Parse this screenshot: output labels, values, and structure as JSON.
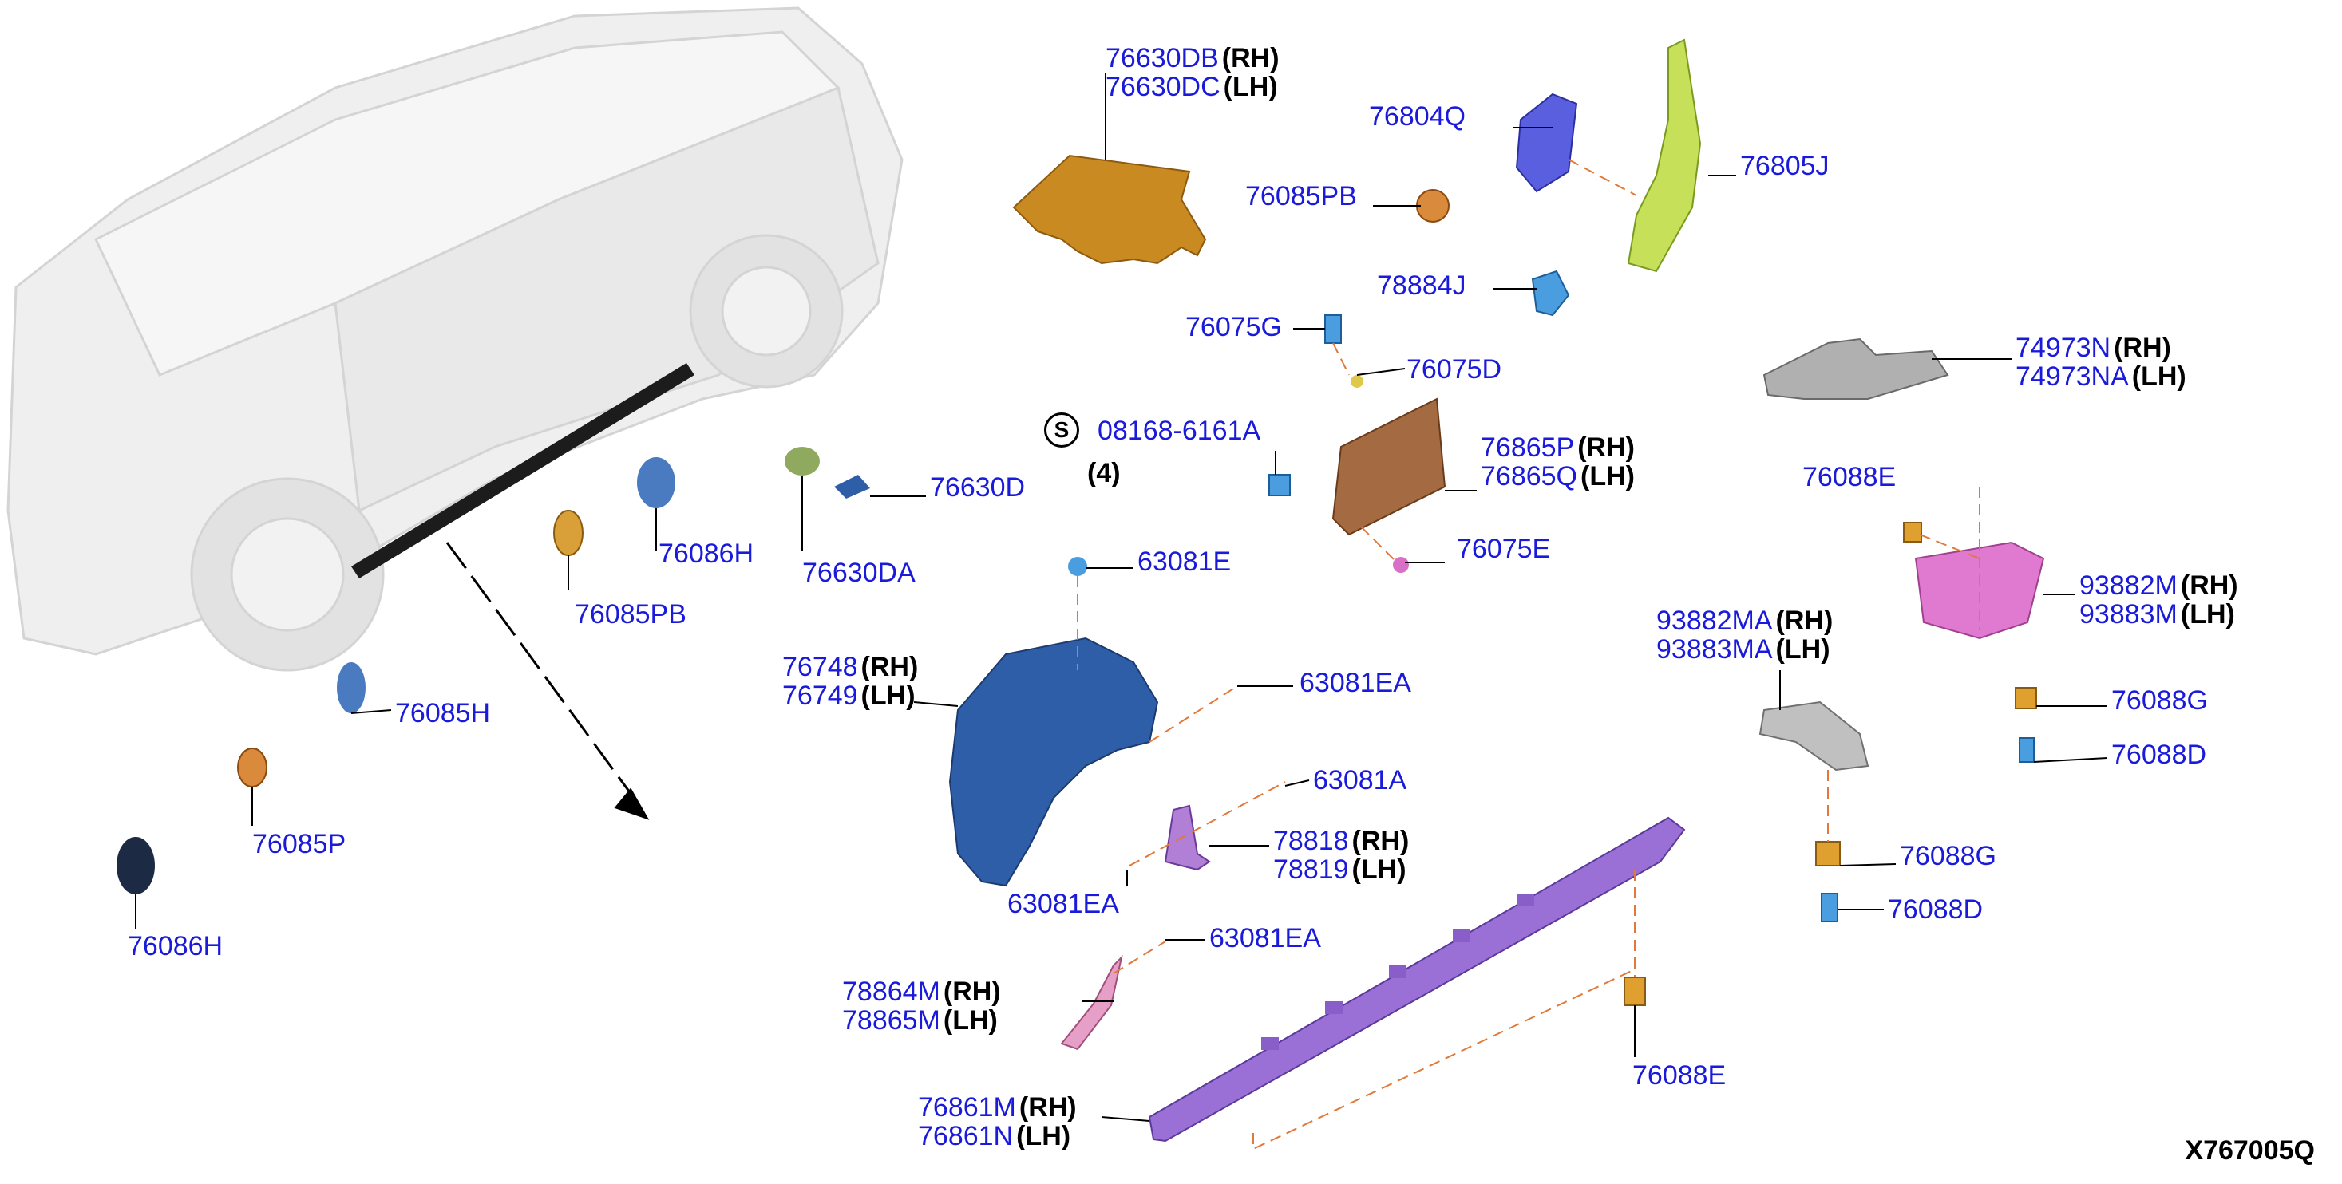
{
  "figure_code": "X767005Q",
  "service_symbol": "S",
  "callouts": {
    "c76630DB": {
      "pn": "76630DB",
      "side": "(RH)"
    },
    "c76630DC": {
      "pn": "76630DC",
      "side": "(LH)"
    },
    "c76804Q": {
      "pn": "76804Q"
    },
    "c76805J": {
      "pn": "76805J"
    },
    "c76085PB": {
      "pn": "76085PB"
    },
    "c78884J": {
      "pn": "78884J"
    },
    "c76075G": {
      "pn": "76075G"
    },
    "c76075D": {
      "pn": "76075D"
    },
    "c74973N": {
      "pn": "74973N",
      "side": "(RH)"
    },
    "c74973NA": {
      "pn": "74973NA",
      "side": "(LH)"
    },
    "c08168": {
      "pn": "08168-6161A"
    },
    "qty": "(4)",
    "c76865P": {
      "pn": "76865P",
      "side": "(RH)"
    },
    "c76865Q": {
      "pn": "76865Q",
      "side": "(LH)"
    },
    "c76088E_top": {
      "pn": "76088E"
    },
    "c76630D": {
      "pn": "76630D"
    },
    "c76086H_mid": {
      "pn": "76086H"
    },
    "c76630DA": {
      "pn": "76630DA"
    },
    "c76075E": {
      "pn": "76075E"
    },
    "c63081E": {
      "pn": "63081E"
    },
    "c76085PB_left": {
      "pn": "76085PB"
    },
    "c93882M": {
      "pn": "93882M",
      "side": "(RH)"
    },
    "c93883M": {
      "pn": "93883M",
      "side": "(LH)"
    },
    "c93882MA": {
      "pn": "93882MA",
      "side": "(RH)"
    },
    "c93883MA": {
      "pn": "93883MA",
      "side": "(LH)"
    },
    "c76748": {
      "pn": "76748",
      "side": "(RH)"
    },
    "c76749": {
      "pn": "76749",
      "side": "(LH)"
    },
    "c63081EA_1": {
      "pn": "63081EA"
    },
    "c76085H": {
      "pn": "76085H"
    },
    "c76088G_r": {
      "pn": "76088G"
    },
    "c76088D_r": {
      "pn": "76088D"
    },
    "c63081A": {
      "pn": "63081A"
    },
    "c76085P": {
      "pn": "76085P"
    },
    "c78818": {
      "pn": "78818",
      "side": "(RH)"
    },
    "c78819": {
      "pn": "78819",
      "side": "(LH)"
    },
    "c76088G_m": {
      "pn": "76088G"
    },
    "c63081EA_2": {
      "pn": "63081EA"
    },
    "c76088D_m": {
      "pn": "76088D"
    },
    "c76086H_low": {
      "pn": "76086H"
    },
    "c63081EA_3": {
      "pn": "63081EA"
    },
    "c78864M": {
      "pn": "78864M",
      "side": "(RH)"
    },
    "c78865M": {
      "pn": "78865M",
      "side": "(LH)"
    },
    "c76088E_low": {
      "pn": "76088E"
    },
    "c76861M": {
      "pn": "76861M",
      "side": "(RH)"
    },
    "c76861N": {
      "pn": "76861N",
      "side": "(LH)"
    }
  },
  "colors": {
    "part_number_blue": "#1a1adb",
    "leader_orange": "#e0793a",
    "bracket_gold": "#c98a22",
    "fender_blue": "#2f5ea8",
    "molding_purple": "#9a6fd6",
    "trim_pink": "#e07ad0",
    "car_ghost": "#e6e6e6"
  }
}
